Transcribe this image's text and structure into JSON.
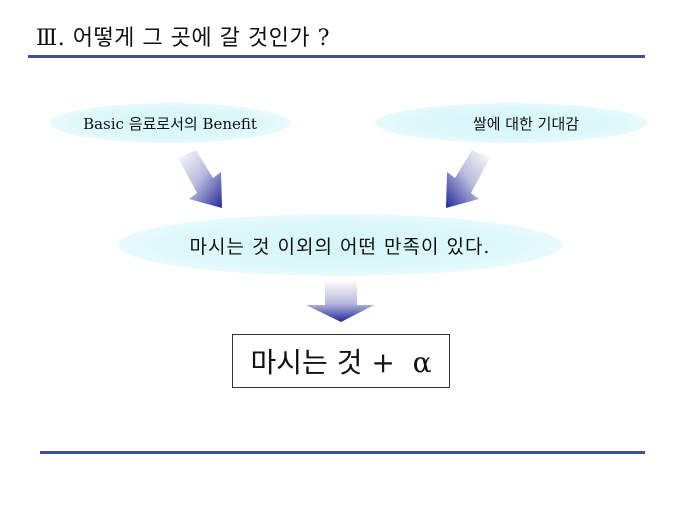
{
  "slide": {
    "title": "Ⅲ. 어떻게 그 곳에 갈 것인가 ?",
    "left_bubble": "Basic 음료로서의 Benefit",
    "right_bubble": "쌀에 대한 기대감",
    "middle_bubble": "마시는 것 이외의 어떤 만족이 있다.",
    "result_box": "마시는 것 +  α"
  },
  "colors": {
    "accent_rule": "#3f4f9a",
    "arrow": "#2a2f96",
    "bubble": "#d4f6fb"
  }
}
